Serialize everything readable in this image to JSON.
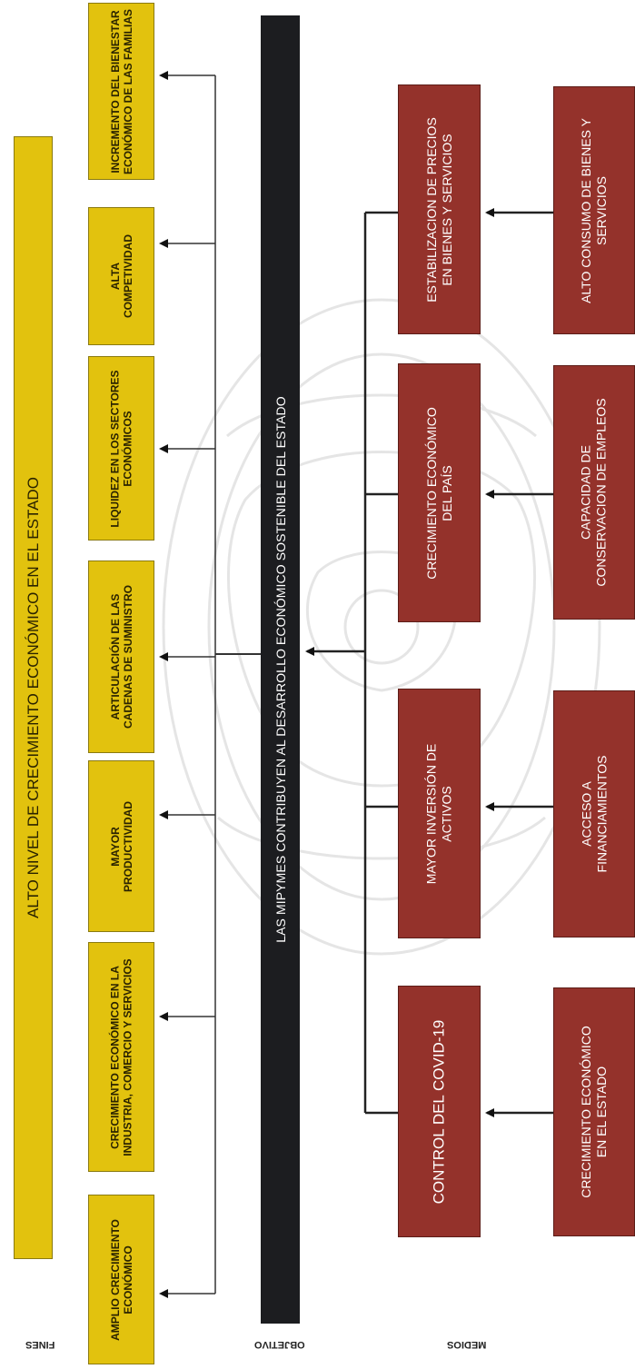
{
  "labels": {
    "fines": "FINES",
    "objetivo": "OBJETIVO",
    "medios": "MEDIOS"
  },
  "fin_title": "ALTO NIVEL DE CRECIMIENTO ECONÓMICO EN EL ESTADO",
  "fines": [
    [
      "INCREMENTO DEL BIENESTAR",
      "ECONÓMICO DE LAS FAMILIAS"
    ],
    [
      "ALTA",
      "COMPETIVIDAD"
    ],
    [
      "LIQUIDEZ EN LOS SECTORES",
      "ECONÓMICOS"
    ],
    [
      "ARTICULACIÓN DE LAS",
      "CADENAS DE SUMINISTRO"
    ],
    [
      "MAYOR",
      "PRODUCTIVIDAD"
    ],
    [
      "CRECIMIENTO ECONÓMICO EN LA",
      "INDUSTRIA, COMERCIO Y SERVICIOS"
    ],
    [
      "AMPLIO CRECIMIENTO",
      "ECONÓMICO"
    ]
  ],
  "objetivo": "LAS MIPYMES CONTRIBUYEN AL DESARROLLO ECONÓMICO SOSTENIBLE DEL ESTADO",
  "medios_upper": [
    [
      "ESTABILIZACION DE PRECIOS",
      "EN BIENES Y SERVICIOS"
    ],
    [
      "CRECIMIENTO ECONÓMICO",
      "DEL PAÍS"
    ],
    [
      "MAYOR INVERSIÓN DE",
      "ACTIVOS"
    ],
    [
      "CONTROL DEL COVID-19"
    ]
  ],
  "medios_lower": [
    [
      "ALTO CONSUMO DE BIENES Y",
      "SERVICIOS"
    ],
    [
      "CAPACIDAD DE",
      "CONSERVACION DE EMPLEOS"
    ],
    [
      "ACCESO A",
      "FINANCIAMIENTOS"
    ],
    [
      "CRECIMIENTO ECONÓMICO",
      "EN EL ESTADO"
    ]
  ],
  "colors": {
    "fin_box": "#e2c20e",
    "objetivo_bar": "#1c1d20",
    "medio_box": "#94322b"
  }
}
